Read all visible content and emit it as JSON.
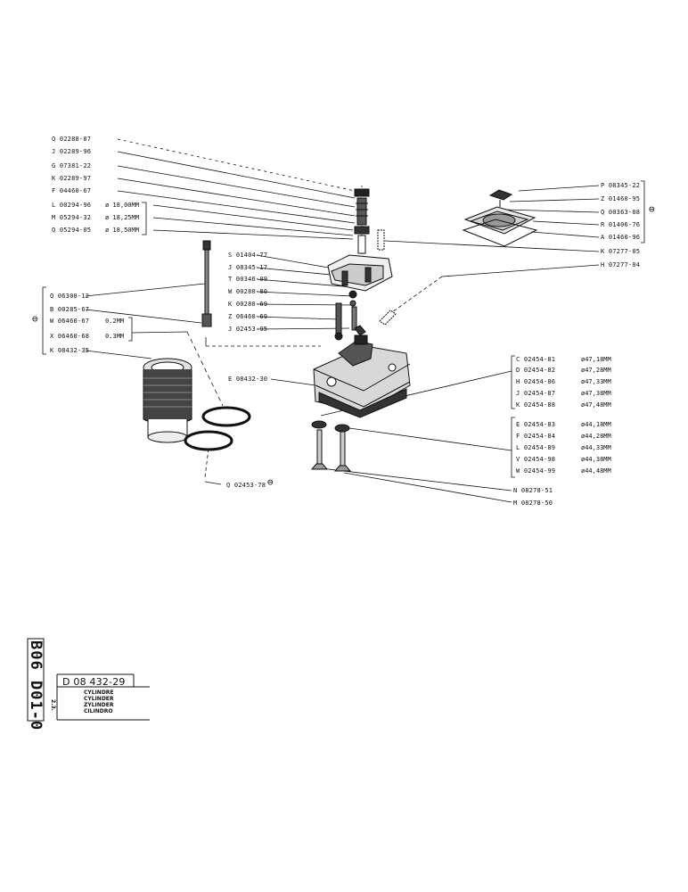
{
  "labels_top_left": [
    "Q 02288-87",
    "J 02289-96",
    "G 07381-22",
    "K 02289-97",
    "F 04460-67"
  ],
  "labels_sizes_left": [
    {
      "code": "L 00294-96",
      "size": "ø 18,00MM"
    },
    {
      "code": "M 05294-32",
      "size": "ø 18,25MM"
    },
    {
      "code": "Q 05294-05",
      "size": "ø 18,50MM"
    }
  ],
  "labels_mid": [
    "S 01404-77",
    "J 08345-17",
    "T 00346-09",
    "W 00280-80",
    "K 00280-69",
    "Z 06460-69",
    "J 02453-95"
  ],
  "labels_left_group": [
    {
      "code": "Q 06308-12",
      "size": ""
    },
    {
      "code": "B 00285-67",
      "size": ""
    },
    {
      "code": "W 06460-67",
      "size": "0.2MM"
    },
    {
      "code": "X 06460-68",
      "size": "0.3MM"
    },
    {
      "code": "K 08432-35",
      "size": ""
    }
  ],
  "label_head": "E 08432-30",
  "label_gasket": "Q 02453-78",
  "labels_right_top": [
    "P 08345-22",
    "Z 01460-95",
    "Q 00363-08",
    "R 01406-76",
    "A 01460-96"
  ],
  "labels_right_k": [
    "K 07277-05",
    "H 07277-04"
  ],
  "labels_right_valves1": [
    {
      "code": "C 02454-81",
      "size": "ø47,18MM"
    },
    {
      "code": "D 02454-82",
      "size": "ø47,28MM"
    },
    {
      "code": "H 02454-86",
      "size": "ø47,33MM"
    },
    {
      "code": "J 02454-87",
      "size": "ø47,38MM"
    },
    {
      "code": "K 02454-88",
      "size": "ø47,48MM"
    }
  ],
  "labels_right_valves2": [
    {
      "code": "E 02454-83",
      "size": "ø44,18MM"
    },
    {
      "code": "F 02454-84",
      "size": "ø44,28MM"
    },
    {
      "code": "L 02454-89",
      "size": "ø44,33MM"
    },
    {
      "code": "V 02454-98",
      "size": "ø44,38MM"
    },
    {
      "code": "W 02454-99",
      "size": "ø44,48MM"
    }
  ],
  "labels_valves": [
    "N 08278-51",
    "M 08278-50"
  ],
  "minus_symbol": "⊖",
  "footer": {
    "vertical_code": "B06 D01-0",
    "part_number": "D 08 432-29",
    "small_note": "2.3.",
    "titles": [
      "CYLINDRE",
      "CYLINDER",
      "ZYLINDER",
      "CILINDRO"
    ]
  }
}
